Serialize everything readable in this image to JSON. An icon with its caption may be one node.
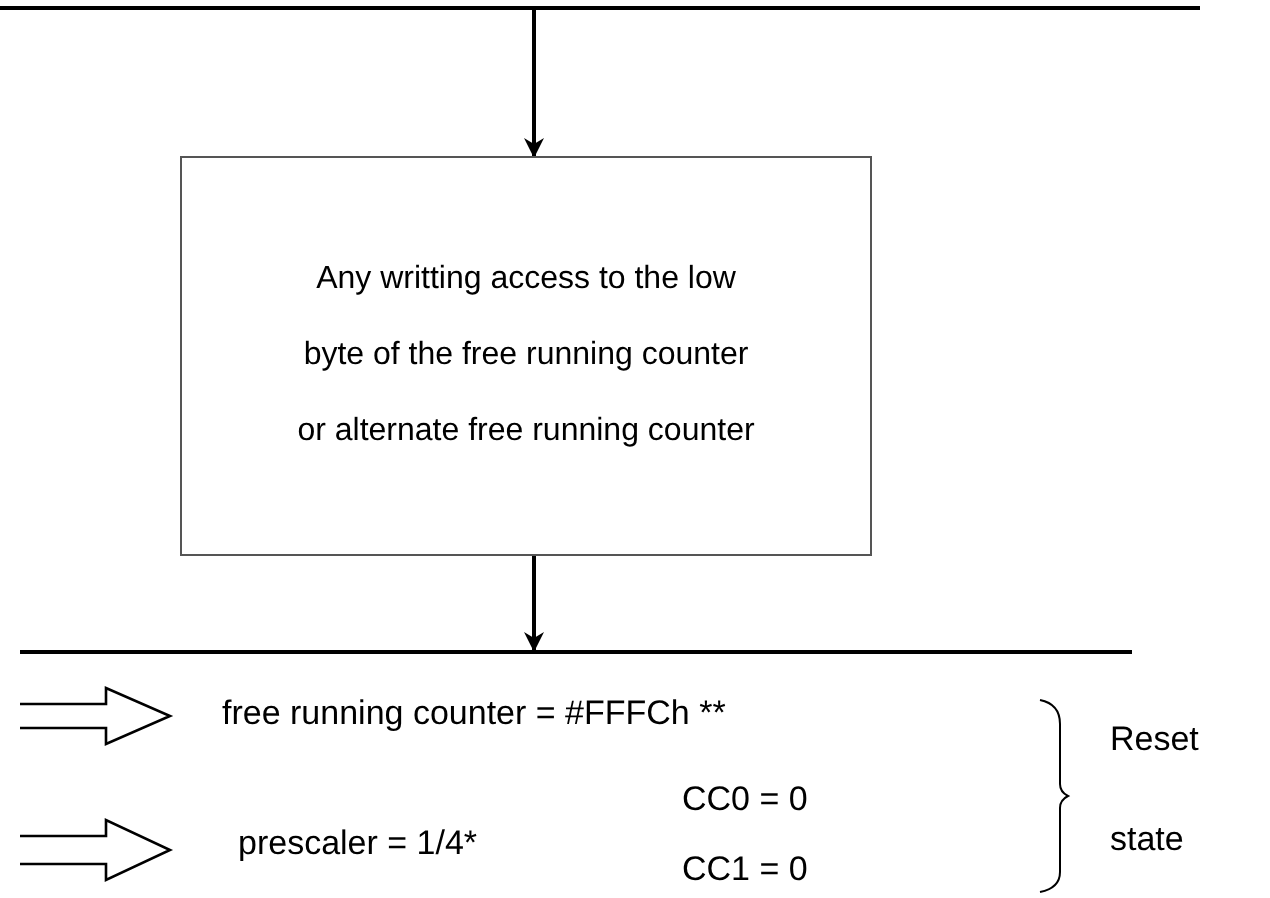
{
  "diagram": {
    "nodes": [
      {
        "text": [],
        "shape": "bar"
      },
      {
        "text": [
          "Any writting access to the low byte of the free running counter or alternate free running counter"
        ]
      },
      {
        "text": [],
        "shape": "bar"
      }
    ],
    "edges": [
      {
        "from": 0,
        "to": 1,
        "arrow": "to"
      },
      {
        "from": 1,
        "to": 2,
        "arrow": "to"
      }
    ],
    "labels": [
      "free running counter = #FFFCh **",
      "prescaler = 1/4*",
      "CC0 = 0",
      "CC1 = 0",
      "Reset state"
    ]
  }
}
